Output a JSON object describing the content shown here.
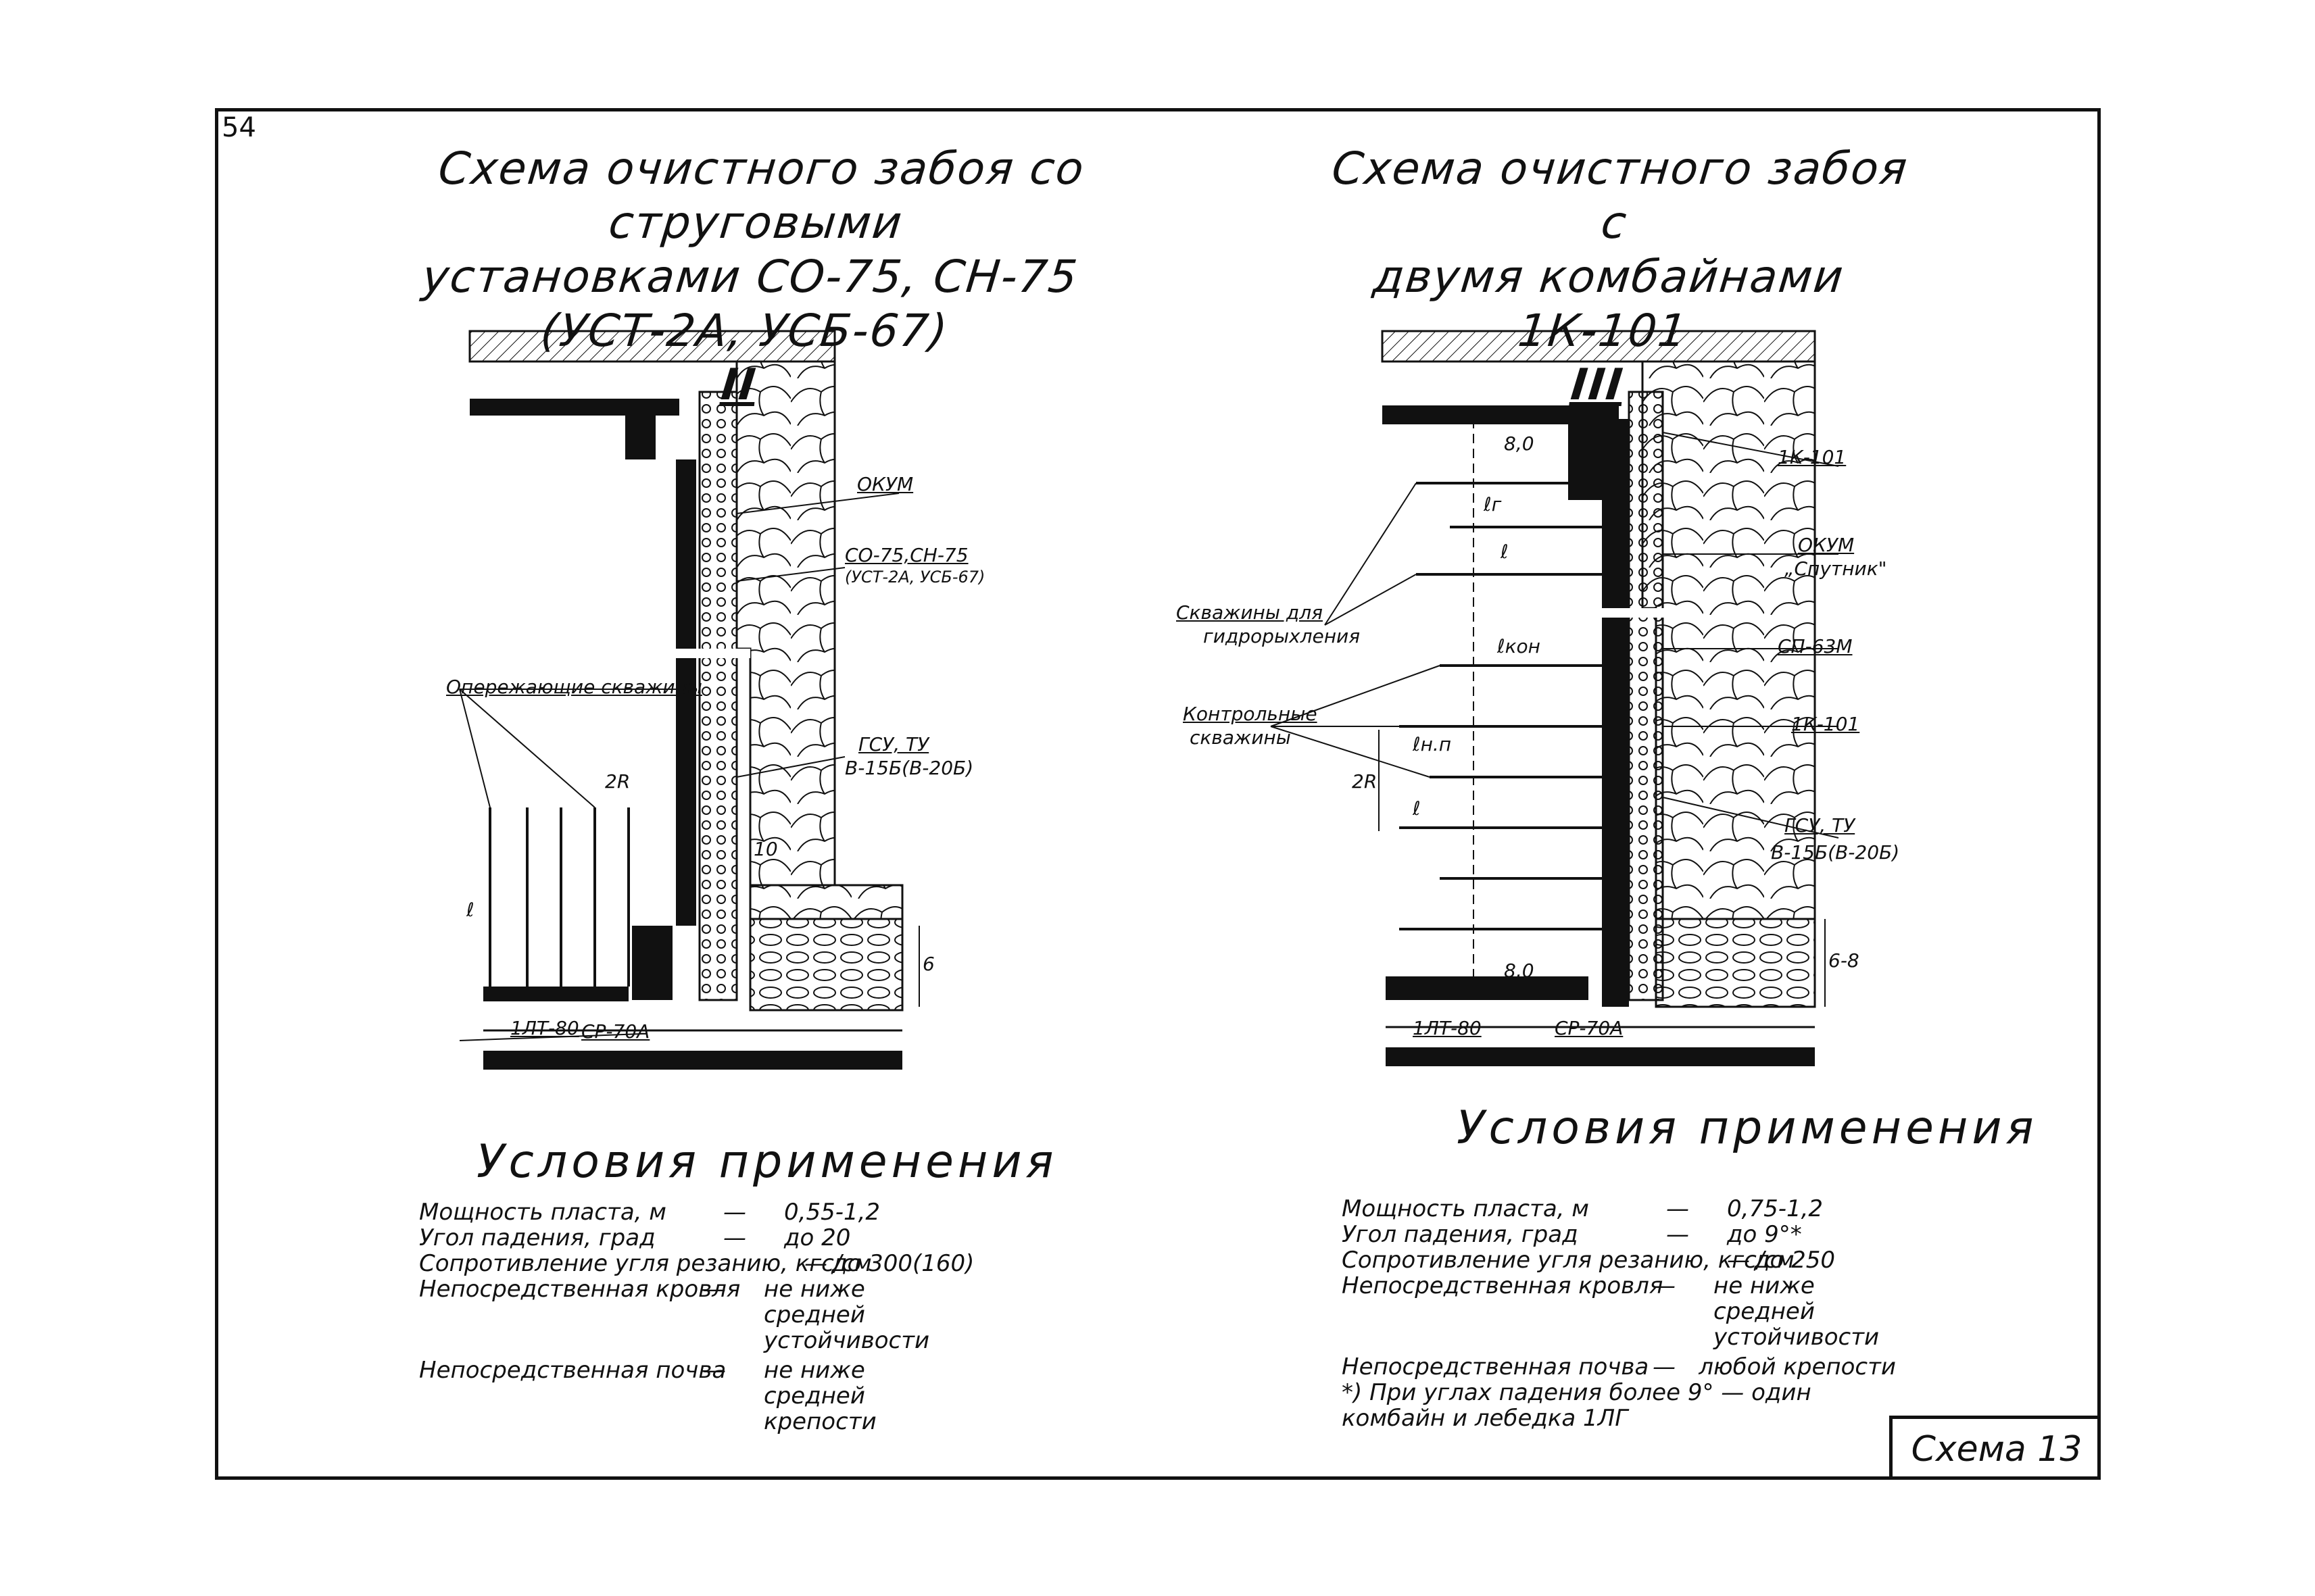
{
  "page_number": "54",
  "left": {
    "title_line1": "Схема очистного забоя со струговыми",
    "title_line2": "установками СО-75, СН-75 (УСТ-2А, УСБ-67)",
    "roman": "II",
    "labels": {
      "okum": "ОКУМ",
      "co75_1": "СО-75,СН-75",
      "co75_2": "(УСТ-2А, УСБ-67)",
      "boreholes": "Опережающие скважины",
      "gsu_1": "ГСУ, ТУ",
      "gsu_2": "В-15Б(В-20Б)",
      "two_r": "2R",
      "ell": "ℓ",
      "ten": "10",
      "six": "6",
      "lpt": "1ЛТ-80",
      "sr": "СР-70А"
    },
    "conditions_title": "Условия применения",
    "conditions": [
      {
        "key": "Мощность пласта, м",
        "dash": "—",
        "value": "0,55-1,2"
      },
      {
        "key": "Угол падения, град",
        "dash": "—",
        "value": "до 20"
      },
      {
        "key": "Сопротивление угля резанию, кгс/см",
        "dash": "—",
        "value": "до 300(160)"
      },
      {
        "key": "Непосредственная кровля",
        "dash": "—",
        "value": "не ниже средней устойчивости"
      },
      {
        "key": "Непосредственная почва",
        "dash": "—",
        "value": "не ниже средней крепости"
      }
    ]
  },
  "right": {
    "title_line1": "Схема очистного забоя с",
    "title_line2": "двумя комбайнами 1К-101",
    "roman": "III",
    "labels": {
      "k101_top": "1К-101",
      "okum": "ОКУМ",
      "sputnik": "„Спутник\"",
      "boreholes_1": "Скважины для",
      "boreholes_2": "гидрорыхления",
      "sp63": "СП-63М",
      "control_1": "Контрольные",
      "control_2": "скважины",
      "k101_mid": "1К-101",
      "gsu_1": "ГСУ, ТУ",
      "gsu_2": "В-15Б(В-20Б)",
      "eight_top": "8,0",
      "eight_bot": "8,0",
      "lr": "ℓг",
      "ell": "ℓ",
      "lkon": "ℓкон",
      "lnp": "ℓн.п",
      "two_r": "2R",
      "ell_side": "ℓ",
      "six_eight": "6-8",
      "lpt": "1ЛТ-80",
      "sr": "СР-70А"
    },
    "conditions_title": "Условия применения",
    "conditions": [
      {
        "key": "Мощность пласта, м",
        "dash": "—",
        "value": "0,75-1,2"
      },
      {
        "key": "Угол падения, град",
        "dash": "—",
        "value": "до 9°*"
      },
      {
        "key": "Сопротивление угля резанию, кгс/см",
        "dash": "—",
        "value": "до 250"
      },
      {
        "key": "Непосредственная кровля",
        "dash": "—",
        "value": "не ниже средней устойчивости"
      },
      {
        "key": "Непосредственная почва",
        "dash": "—",
        "value": "любой крепости"
      }
    ],
    "footnote": "*) При углах падения более 9° — один комбайн и лебедка 1ЛГ"
  },
  "stamp": "Схема 13"
}
